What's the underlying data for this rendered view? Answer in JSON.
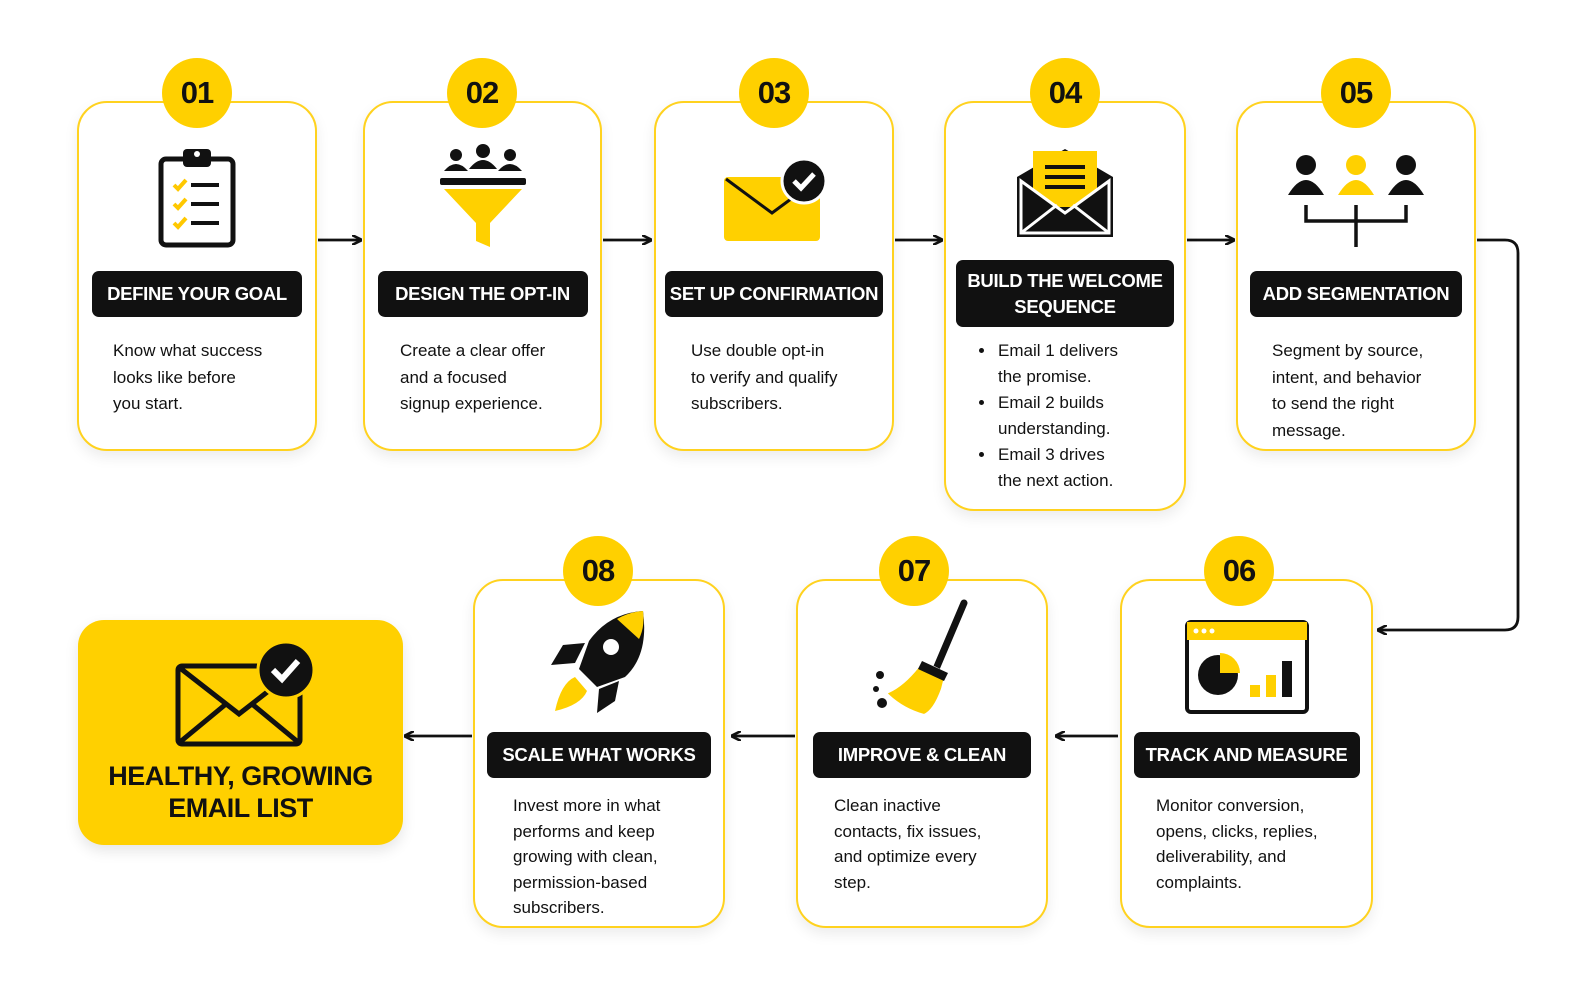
{
  "colors": {
    "accent": "#FFD000",
    "dark": "#111111",
    "border": "#FFD21F"
  },
  "steps": [
    {
      "number": "01",
      "title": "DEFINE YOUR GOAL",
      "icon": "clipboard-checklist-icon",
      "lines": [
        "Know what success",
        "looks like before",
        "you start."
      ]
    },
    {
      "number": "02",
      "title": "DESIGN THE OPT-IN",
      "icon": "people-funnel-icon",
      "lines": [
        "Create a clear offer",
        "and a focused",
        "signup experience."
      ]
    },
    {
      "number": "03",
      "title": "SET UP CONFIRMATION",
      "icon": "envelope-check-icon",
      "lines": [
        "Use double opt-in",
        "to verify and qualify",
        "subscribers."
      ]
    },
    {
      "number": "04",
      "title_lines": [
        "BUILD THE WELCOME",
        "SEQUENCE"
      ],
      "icon": "open-envelope-letter-icon",
      "bullets": [
        [
          "Email 1 delivers",
          "the promise."
        ],
        [
          "Email 2 builds",
          "understanding."
        ],
        [
          "Email 3 drives",
          "the next action."
        ]
      ]
    },
    {
      "number": "05",
      "title": "ADD SEGMENTATION",
      "icon": "segmented-users-icon",
      "lines": [
        "Segment by source,",
        "intent, and behavior",
        "to send the right",
        "message."
      ]
    },
    {
      "number": "06",
      "title": "TRACK AND MEASURE",
      "icon": "analytics-dashboard-icon",
      "lines": [
        "Monitor conversion,",
        "opens, clicks, replies,",
        "deliverability, and",
        "complaints."
      ]
    },
    {
      "number": "07",
      "title": "IMPROVE & CLEAN",
      "icon": "broom-icon",
      "lines": [
        "Clean inactive",
        "contacts, fix issues,",
        "and optimize every",
        "step."
      ]
    },
    {
      "number": "08",
      "title": "SCALE WHAT WORKS",
      "icon": "rocket-icon",
      "lines": [
        "Invest more in what",
        "performs and keep",
        "growing with clean,",
        "permission-based",
        "subscribers."
      ]
    }
  ],
  "final": {
    "lines": [
      "HEALTHY, GROWING",
      "EMAIL LIST"
    ],
    "icon": "envelope-check-icon"
  }
}
